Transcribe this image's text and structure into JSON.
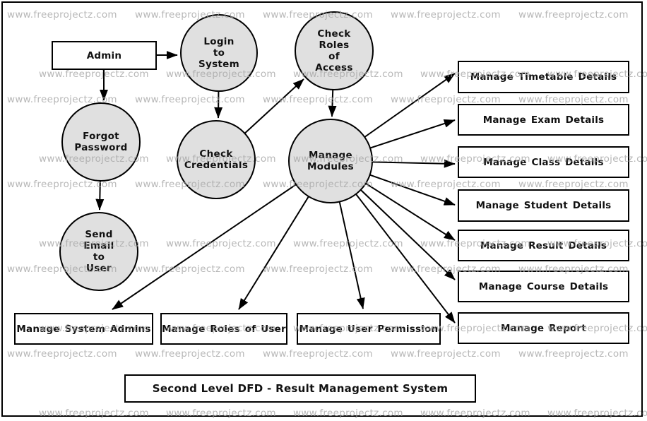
{
  "diagram": {
    "title": "Second Level DFD - Result Management System",
    "watermark_text": "www.freeprojectz.com",
    "colors": {
      "process_fill": "#e0e0e0",
      "stroke": "#000000",
      "store_fill": "#ffffff",
      "watermark": "#a6a6a6"
    },
    "entities": {
      "admin": {
        "label": "Admin"
      }
    },
    "processes": {
      "login": {
        "lines": [
          "Login",
          "to",
          "System"
        ]
      },
      "check_roles": {
        "lines": [
          "Check",
          "Roles",
          "of",
          "Access"
        ]
      },
      "forgot": {
        "lines": [
          "Forgot",
          "Password"
        ]
      },
      "check_credentials": {
        "lines": [
          "Check",
          "Credentials"
        ]
      },
      "manage_modules": {
        "lines": [
          "Manage",
          "Modules"
        ]
      },
      "send_email": {
        "lines": [
          "Send",
          "Email",
          "to",
          "User"
        ]
      }
    },
    "stores": {
      "timetable": "Manage Timetable Details",
      "exam": "Manage Exam Details",
      "class": "Manage Class Details",
      "student": "Manage Student Details",
      "result": "Manage Result Details",
      "course": "Manage Course Details",
      "report": "Manage Report",
      "system_admins": "Manage System Admins",
      "roles_of_user": "Manage Roles of User",
      "user_permission": "Manage User Permission"
    }
  }
}
